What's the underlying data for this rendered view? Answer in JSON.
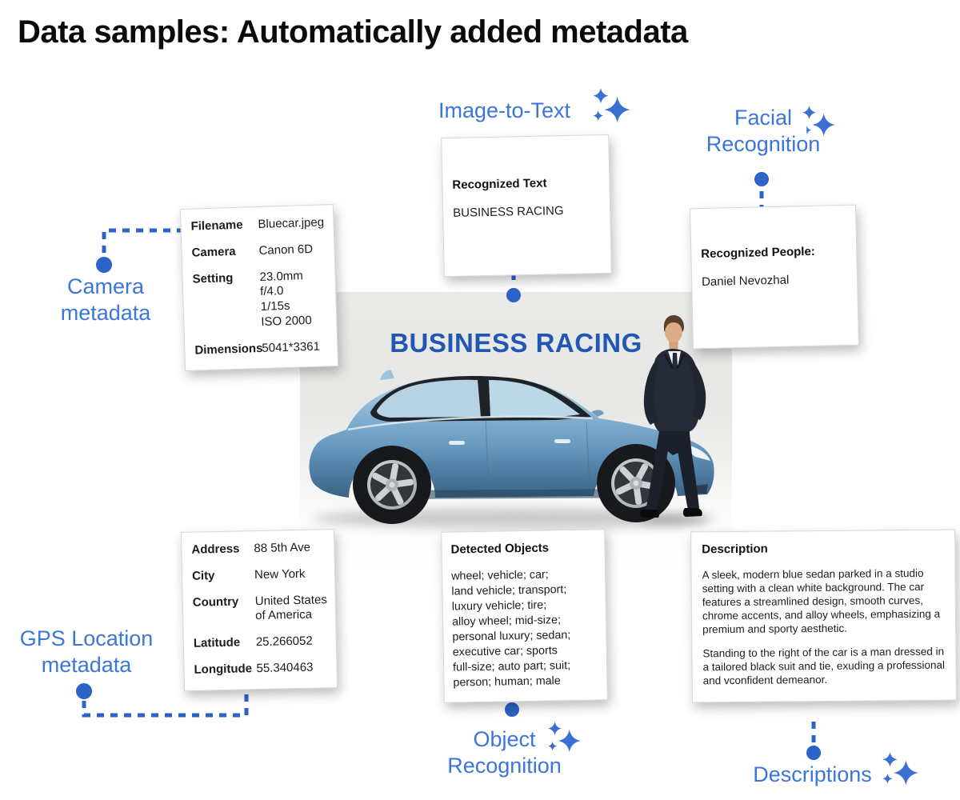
{
  "page": {
    "title": "Data samples: Automatically added metadata"
  },
  "colors": {
    "callout_blue": "#3c76da",
    "connector_blue": "#2b63c9",
    "sparkle_blue": "#3a70d2",
    "photo_title_blue": "#2156b2",
    "car_blue": "#6f9cc0",
    "suit_navy": "#232836"
  },
  "icons": {
    "sparkle": "ai-sparkle-cluster (three four-point stars)"
  },
  "photo": {
    "caption": "BUSINESS RACING"
  },
  "callouts": {
    "image_to_text": {
      "label": "Image-to-Text"
    },
    "facial_recognition": {
      "line1": "Facial",
      "line2": "Recognition"
    },
    "camera_metadata": {
      "line1": "Camera",
      "line2": "metadata"
    },
    "gps_metadata": {
      "line1": "GPS Location",
      "line2": "metadata"
    },
    "object_recognition": {
      "line1": "Object",
      "line2": "Recognition"
    },
    "descriptions": {
      "label": "Descriptions"
    }
  },
  "cards": {
    "image_to_text": {
      "title": "Recognized Text",
      "value": "BUSINESS RACING"
    },
    "facial_recognition": {
      "title": "Recognized People:",
      "value": "Daniel Nevozhal"
    },
    "camera": {
      "rows": [
        {
          "label": "Filename",
          "value": "Bluecar.jpeg"
        },
        {
          "label": "Camera",
          "value": "Canon 6D"
        },
        {
          "label": "Setting",
          "value": "23.0mm f/4.0\n1/15s\nISO 2000"
        },
        {
          "label": "Dimensions",
          "value": "5041*3361"
        }
      ]
    },
    "gps": {
      "rows": [
        {
          "label": "Address",
          "value": "88 5th Ave"
        },
        {
          "label": "City",
          "value": "New York"
        },
        {
          "label": "Country",
          "value": "United States of America"
        },
        {
          "label": "Latitude",
          "value": "25.266052"
        },
        {
          "label": "Longitude",
          "value": "55.340463"
        }
      ]
    },
    "object_recognition": {
      "title": "Detected Objects",
      "value": "wheel; vehicle; car;\nland vehicle; transport;\nluxury vehicle; tire;\nalloy wheel; mid-size;\npersonal luxury; sedan;\nexecutive car; sports\nfull-size; auto part; suit;\nperson; human; male"
    },
    "description": {
      "title": "Description",
      "paragraph1": "A sleek, modern blue sedan parked in a studio setting with a clean white background. The car features a streamlined design, smooth curves, chrome accents, and alloy wheels, emphasizing a premium and sporty aesthetic.",
      "paragraph2": "Standing to the right of the car is a man dressed in a tailored black suit and tie, exuding a professional and vconfident demeanor."
    }
  }
}
